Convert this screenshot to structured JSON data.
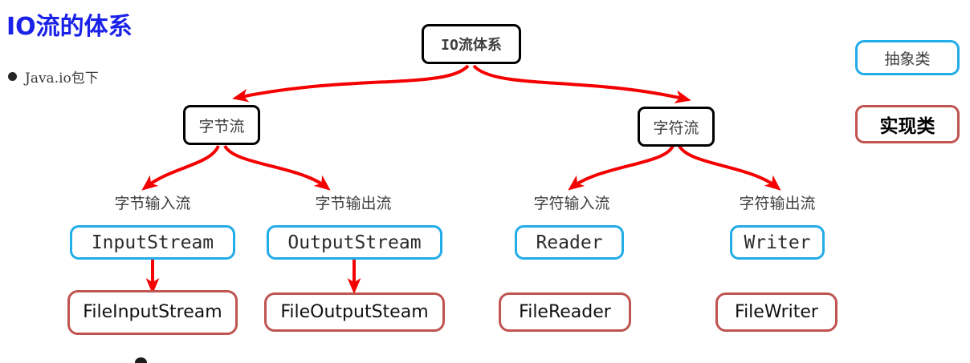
{
  "title": "IO流的体系",
  "bullet": {
    "marker": "bullet-dot",
    "text": "Java.io包下"
  },
  "colors": {
    "title": "#1a21e8",
    "abstract_border": "#22ace8",
    "impl_border": "#bf5450",
    "root_border": "#000000",
    "arrow": "#f50000"
  },
  "nodes": {
    "root": {
      "label": "IO流体系"
    },
    "byte_stream": {
      "label": "字节流"
    },
    "char_stream": {
      "label": "字符流"
    },
    "byte_input_label": "字节输入流",
    "byte_output_label": "字节输出流",
    "char_input_label": "字符输入流",
    "char_output_label": "字符输出流",
    "input_stream": {
      "label": "InputStream"
    },
    "output_stream": {
      "label": "OutputStream"
    },
    "reader": {
      "label": "Reader"
    },
    "writer": {
      "label": "Writer"
    },
    "file_input_stream": {
      "label": "FileInputStream"
    },
    "file_output_steam": {
      "label": "FileOutputSteam"
    },
    "file_reader": {
      "label": "FileReader"
    },
    "file_writer": {
      "label": "FileWriter"
    }
  },
  "legend": {
    "abstract": "抽象类",
    "implementation": "实现类"
  }
}
